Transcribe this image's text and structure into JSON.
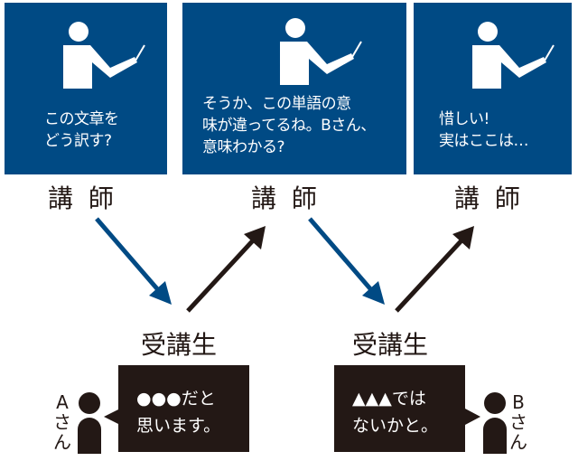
{
  "colors": {
    "panel": "#004a84",
    "ink": "#231815",
    "arrow_down": "#004a84",
    "arrow_up": "#231815"
  },
  "teacher_panels": [
    {
      "text": "この文章を\nどう訳す?",
      "icon": "teacher-pointer-icon"
    },
    {
      "text": "そうか、この単語の意\n味が違ってるね。Bさん、\n意味わかる?",
      "icon": "teacher-pointer-icon"
    },
    {
      "text": "惜しい!\n実はここは…",
      "icon": "teacher-pointer-icon"
    }
  ],
  "role_labels": {
    "teacher": "講 師",
    "student": "受講生"
  },
  "students": [
    {
      "name": "Aさん",
      "speech": "●●●だと\n思います。"
    },
    {
      "name": "Bさん",
      "speech": "▲▲▲では\nないかと。"
    }
  ]
}
